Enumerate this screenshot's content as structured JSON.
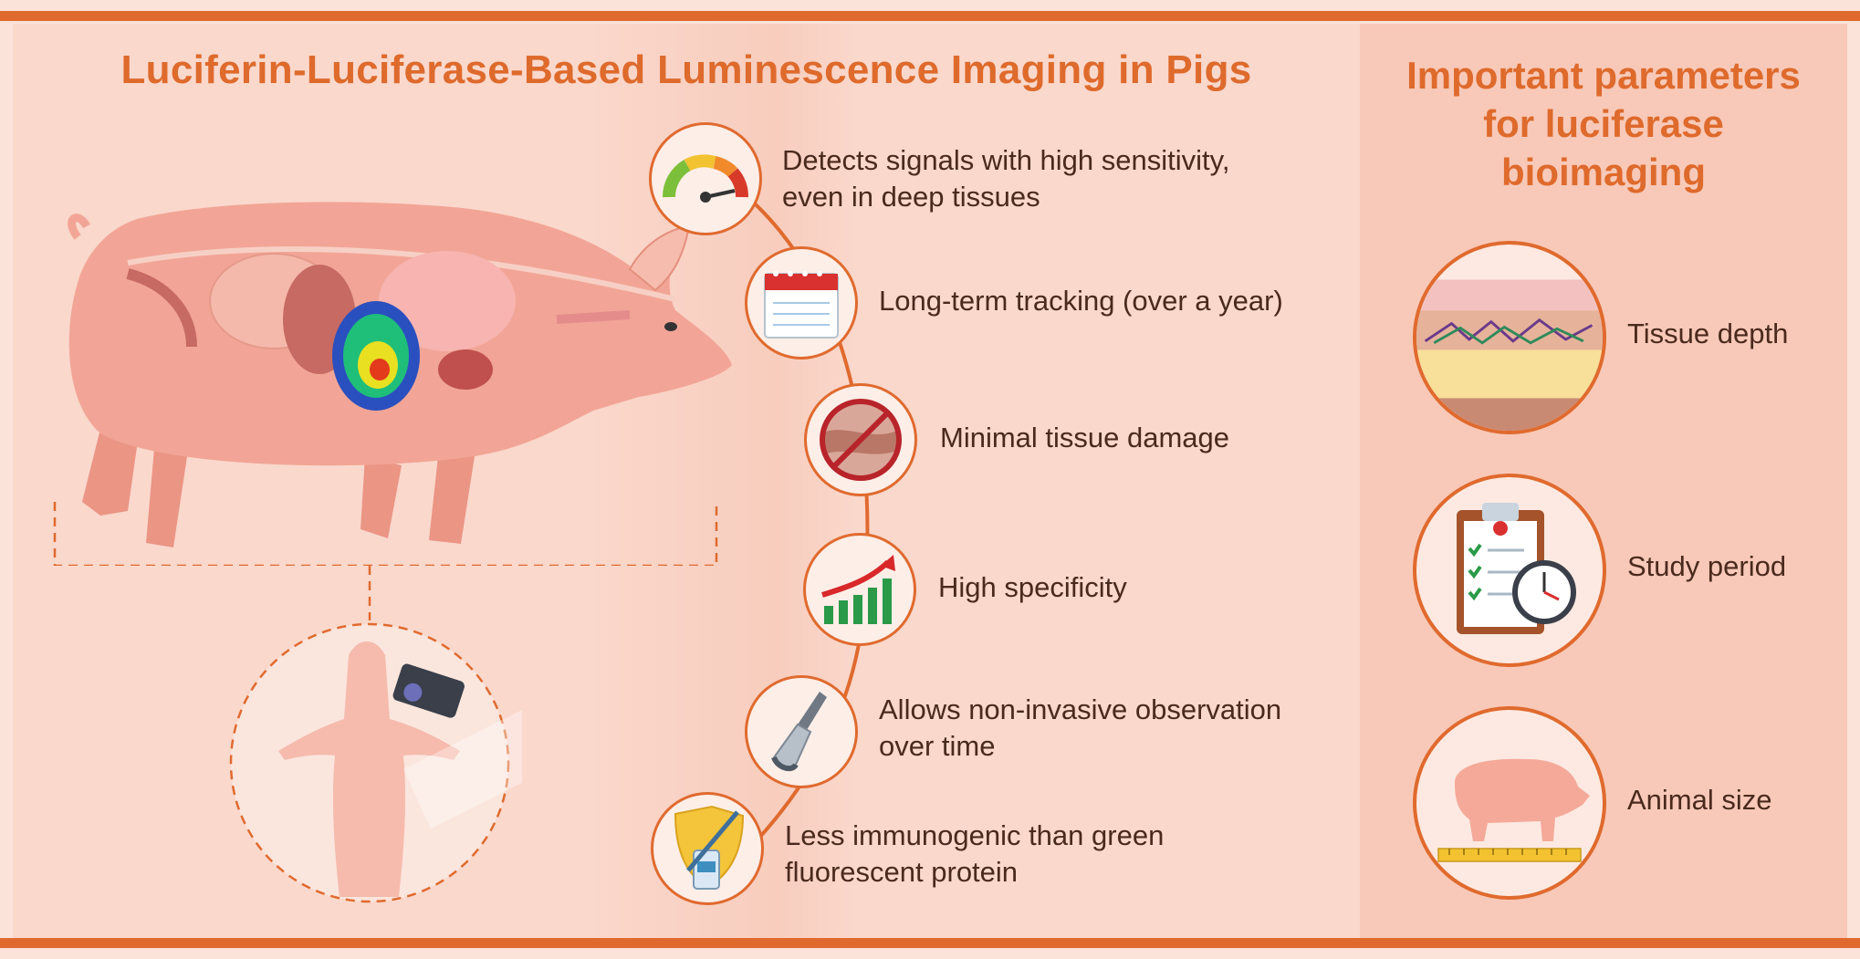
{
  "main_title": "Luciferin-Luciferase-Based Luminescence Imaging in Pigs",
  "side_title": [
    "Important parameters",
    "for luciferase",
    "bioimaging"
  ],
  "features": [
    {
      "lines": [
        "Detects signals with high sensitivity,",
        "even in deep tissues"
      ],
      "icon": "speedometer-icon"
    },
    {
      "lines": [
        "Long-term tracking (over a year)"
      ],
      "icon": "calendar-icon"
    },
    {
      "lines": [
        "Minimal tissue damage"
      ],
      "icon": "no-tissue-damage-icon"
    },
    {
      "lines": [
        "High specificity"
      ],
      "icon": "rising-chart-icon"
    },
    {
      "lines": [
        "Allows non-invasive observation",
        "over time"
      ],
      "icon": "ultrasound-probe-icon"
    },
    {
      "lines": [
        "Less immunogenic than green",
        "fluorescent protein"
      ],
      "icon": "vaccine-shield-icon"
    }
  ],
  "parameters": [
    {
      "label": "Tissue depth",
      "icon": "tissue-layers-icon"
    },
    {
      "label": "Study period",
      "icon": "clipboard-clock-icon"
    },
    {
      "label": "Animal size",
      "icon": "pig-ruler-icon"
    }
  ],
  "colors": {
    "accent": "#e06a2e",
    "background": "#fad8cc",
    "side_panel": "#f8c9b8",
    "text": "#4a2a1d",
    "pig": "#f2a596"
  }
}
